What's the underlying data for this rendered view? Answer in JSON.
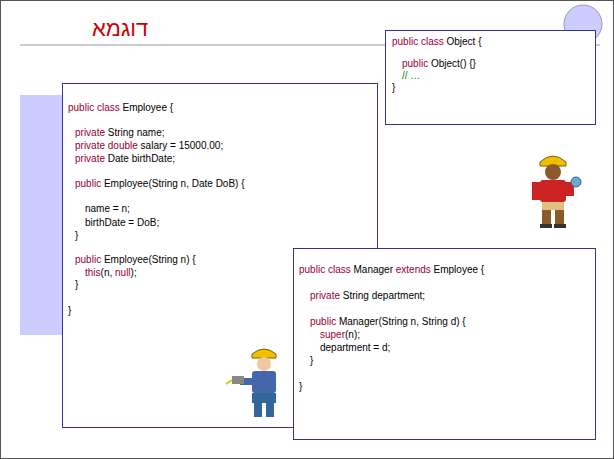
{
  "diagram": {
    "title": "דוגמא",
    "nodes": [
      {
        "text": [
          "public class Object {",
          "public Object() {}",
          "// …",
          "}"
        ]
      },
      {
        "text": [
          "public class Employee {",
          "private String name;",
          "private double salary = 15000.00;",
          "private Date birthDate;",
          "public Employee(String n, Date DoB) {",
          "name = n;",
          "birthDate = DoB;",
          "}",
          "public Employee(String n) {",
          "this(n, null);",
          "}",
          "}"
        ]
      },
      {
        "text": [
          "public class Manager extends Employee {",
          "private String department;",
          "public Manager(String n, String d) {",
          "super(n);",
          "department = d;",
          "}",
          "}"
        ]
      }
    ]
  }
}
